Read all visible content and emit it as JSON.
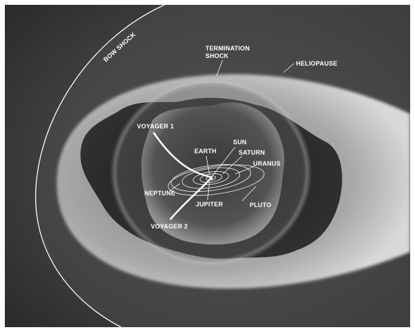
{
  "labels": {
    "bow_shock": "BOW SHOCK",
    "termination_line1": "TERMINATION",
    "termination_line2": "SHOCK",
    "heliopause": "HELIOPAUSE",
    "voyager1": "VOYAGER 1",
    "voyager2": "VOYAGER 2",
    "earth": "EARTH",
    "sun": "SUN",
    "saturn": "SATURN",
    "uranus": "URANUS",
    "neptune": "NEPTUNE",
    "jupiter": "JUPITER",
    "pluto": "PLUTO"
  }
}
